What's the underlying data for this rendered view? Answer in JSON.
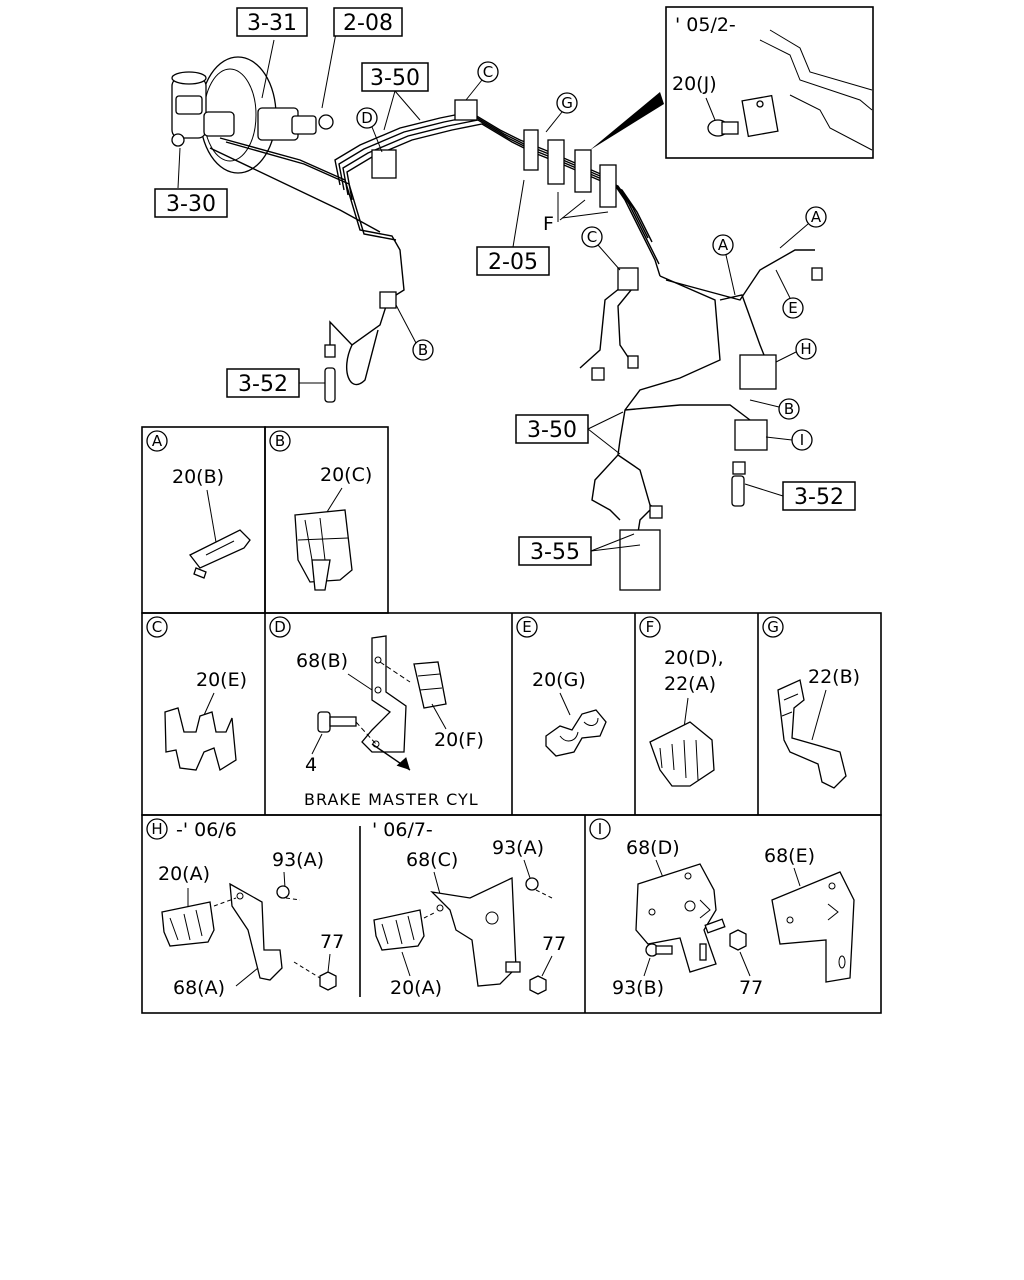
{
  "main": {
    "refs": {
      "r331": "3-31",
      "r208": "2-08",
      "r330": "3-30",
      "r350a": "3-50",
      "r205": "2-05",
      "r352a": "3-52",
      "r350b": "3-50",
      "r352b": "3-52",
      "r355": "3-55"
    },
    "callouts": {
      "c_top": "C",
      "g_top": "G",
      "d_top": "D",
      "b_left": "B",
      "c_mid": "C",
      "a_right1": "A",
      "a_right2": "A",
      "e_right": "E",
      "h_right": "H",
      "b_right": "B",
      "i_right": "I"
    },
    "f_label": "F"
  },
  "inset": {
    "date": "' 05/2-",
    "part": "20(J)"
  },
  "panels": {
    "A": {
      "letter": "A",
      "part": "20(B)"
    },
    "B": {
      "letter": "B",
      "part": "20(C)"
    },
    "C": {
      "letter": "C",
      "part": "20(E)"
    },
    "D": {
      "letter": "D",
      "part_bracket": "68(B)",
      "part_clip": "20(F)",
      "part_bolt": "4",
      "caption": "BRAKE MASTER CYL"
    },
    "E": {
      "letter": "E",
      "part": "20(G)"
    },
    "F": {
      "letter": "F",
      "part1": "20(D),",
      "part2": "22(A)"
    },
    "G": {
      "letter": "G",
      "part": "22(B)"
    },
    "H": {
      "letter": "H",
      "date_left": "-' 06/6",
      "date_right": "' 06/7-",
      "left": {
        "clip": "20(A)",
        "bolt": "93(A)",
        "nut": "77",
        "bracket": "68(A)"
      },
      "right": {
        "bracket": "68(C)",
        "bolt": "93(A)",
        "nut": "77",
        "clip": "20(A)"
      }
    },
    "I": {
      "letter": "I",
      "bracket1": "68(D)",
      "bracket2": "68(E)",
      "bolt": "93(B)",
      "nut": "77"
    }
  }
}
